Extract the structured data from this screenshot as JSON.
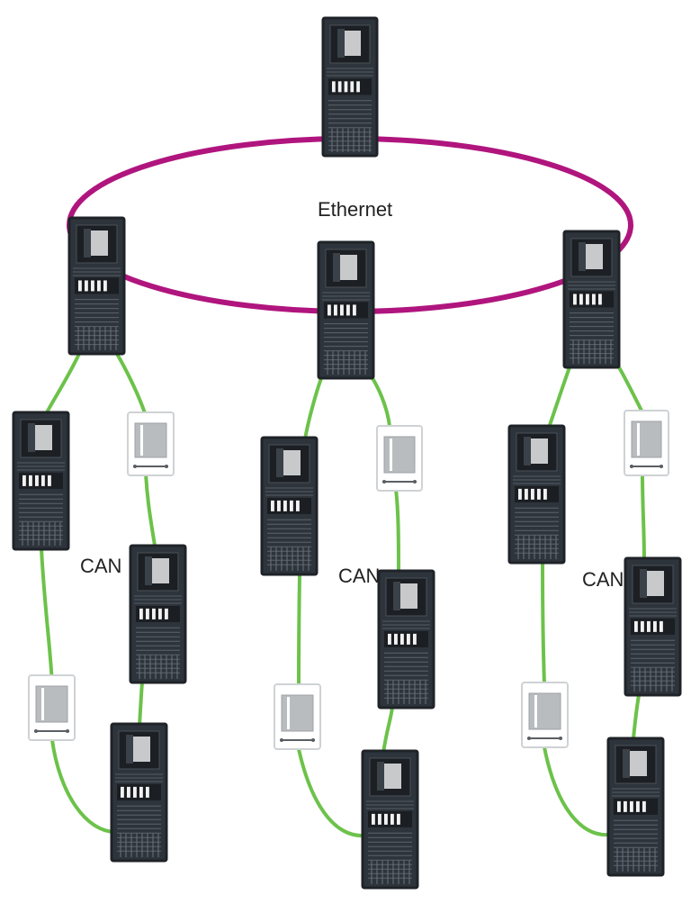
{
  "labels": {
    "backbone": "Ethernet",
    "bus": "CAN"
  },
  "colors": {
    "ethernet": "#b0157e",
    "can": "#6cc24a",
    "panel_frame": "#1f2328",
    "panel_body": "#2e343b",
    "panel_screen": "#c7c9cb",
    "module_frame": "#cfd2d4",
    "module_face": "#b9bcbf"
  },
  "topology": {
    "backbone_network": "Ethernet",
    "backbone_nodes": [
      "control-panel",
      "control-panel",
      "control-panel",
      "control-panel"
    ],
    "sub_networks": [
      {
        "network": "CAN",
        "nodes": [
          "control-panel",
          "control-panel",
          "interface-module",
          "control-panel",
          "interface-module",
          "control-panel"
        ]
      },
      {
        "network": "CAN",
        "nodes": [
          "control-panel",
          "control-panel",
          "interface-module",
          "control-panel",
          "interface-module",
          "control-panel"
        ]
      },
      {
        "network": "CAN",
        "nodes": [
          "control-panel",
          "control-panel",
          "interface-module",
          "control-panel",
          "interface-module",
          "control-panel"
        ]
      }
    ]
  }
}
